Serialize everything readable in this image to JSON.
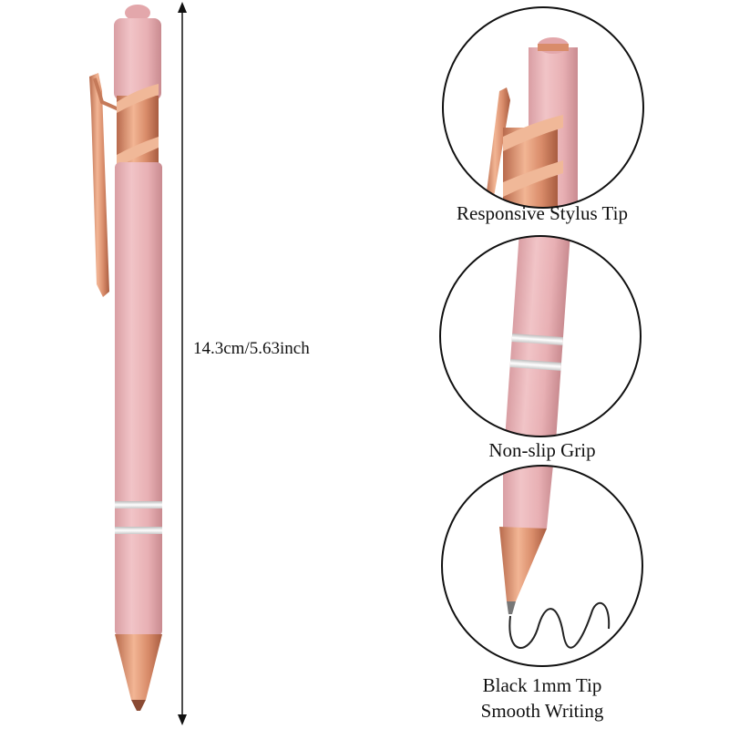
{
  "dimension": {
    "text": "14.3cm/5.63inch"
  },
  "features": [
    {
      "label": "Responsive Stylus Tip"
    },
    {
      "label": "Non-slip Grip"
    },
    {
      "label_line1": "Black 1mm Tip",
      "label_line2": "Smooth Writing"
    }
  ],
  "colors": {
    "pen_body": "#e9b4b8",
    "rose_gold": "#d4896a",
    "silver_ring": "#e6e6e6",
    "text": "#111111"
  }
}
